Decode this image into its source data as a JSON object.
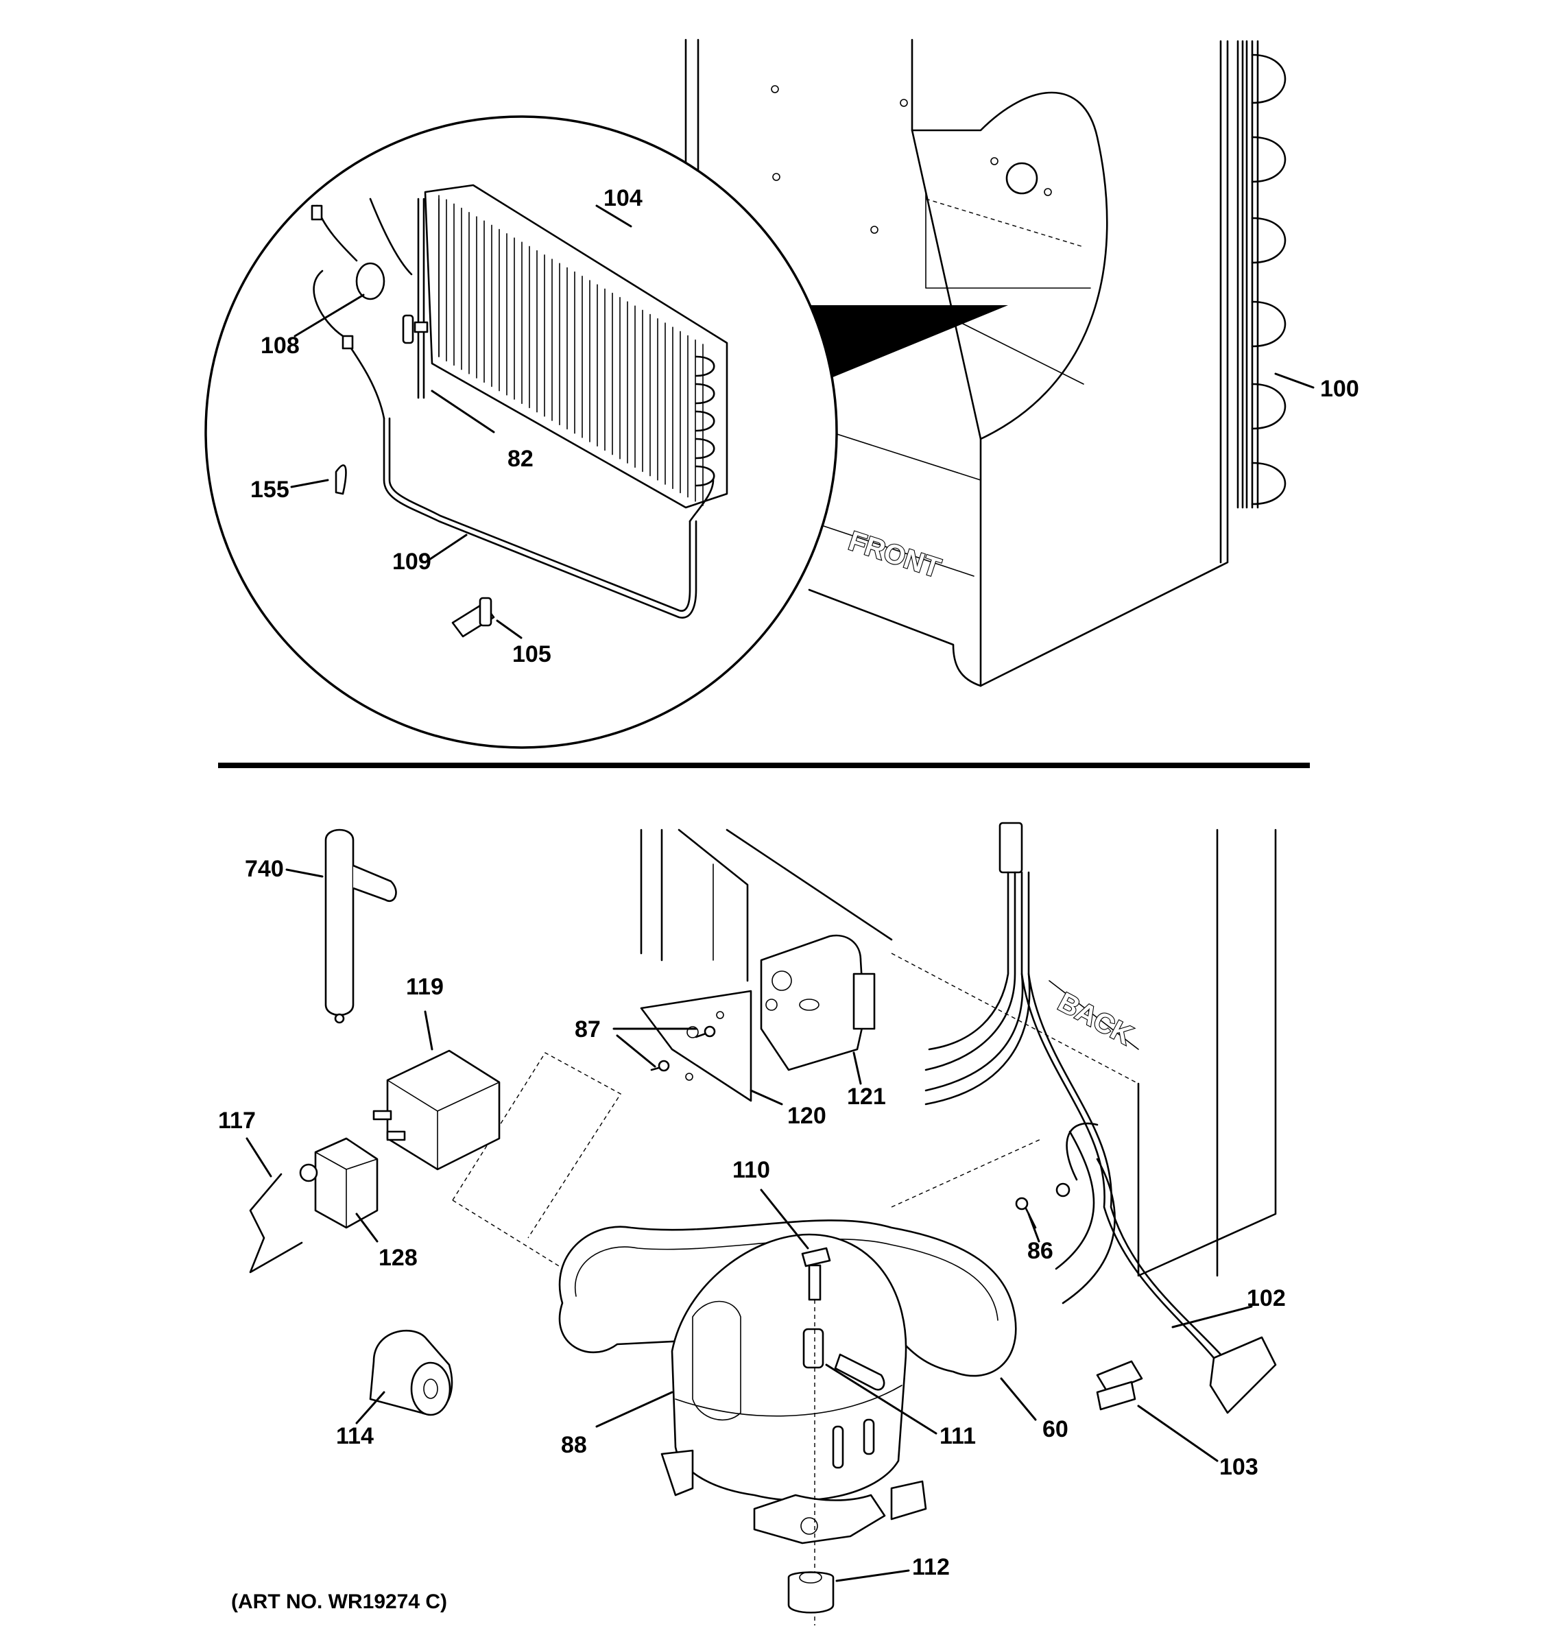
{
  "labels": {
    "p104": "104",
    "p108": "108",
    "p82": "82",
    "p155": "155",
    "p109": "109",
    "p105": "105",
    "p100": "100",
    "p740": "740",
    "p119": "119",
    "p87": "87",
    "p120": "120",
    "p121": "121",
    "p117": "117",
    "p128": "128",
    "p110": "110",
    "p86": "86",
    "p102": "102",
    "p114": "114",
    "p88": "88",
    "p111": "111",
    "p60": "60",
    "p103": "103",
    "p112": "112"
  },
  "orientation": {
    "front": "FRONT",
    "back": "BACK"
  },
  "art_number": "(ART NO. WR19274 C)"
}
